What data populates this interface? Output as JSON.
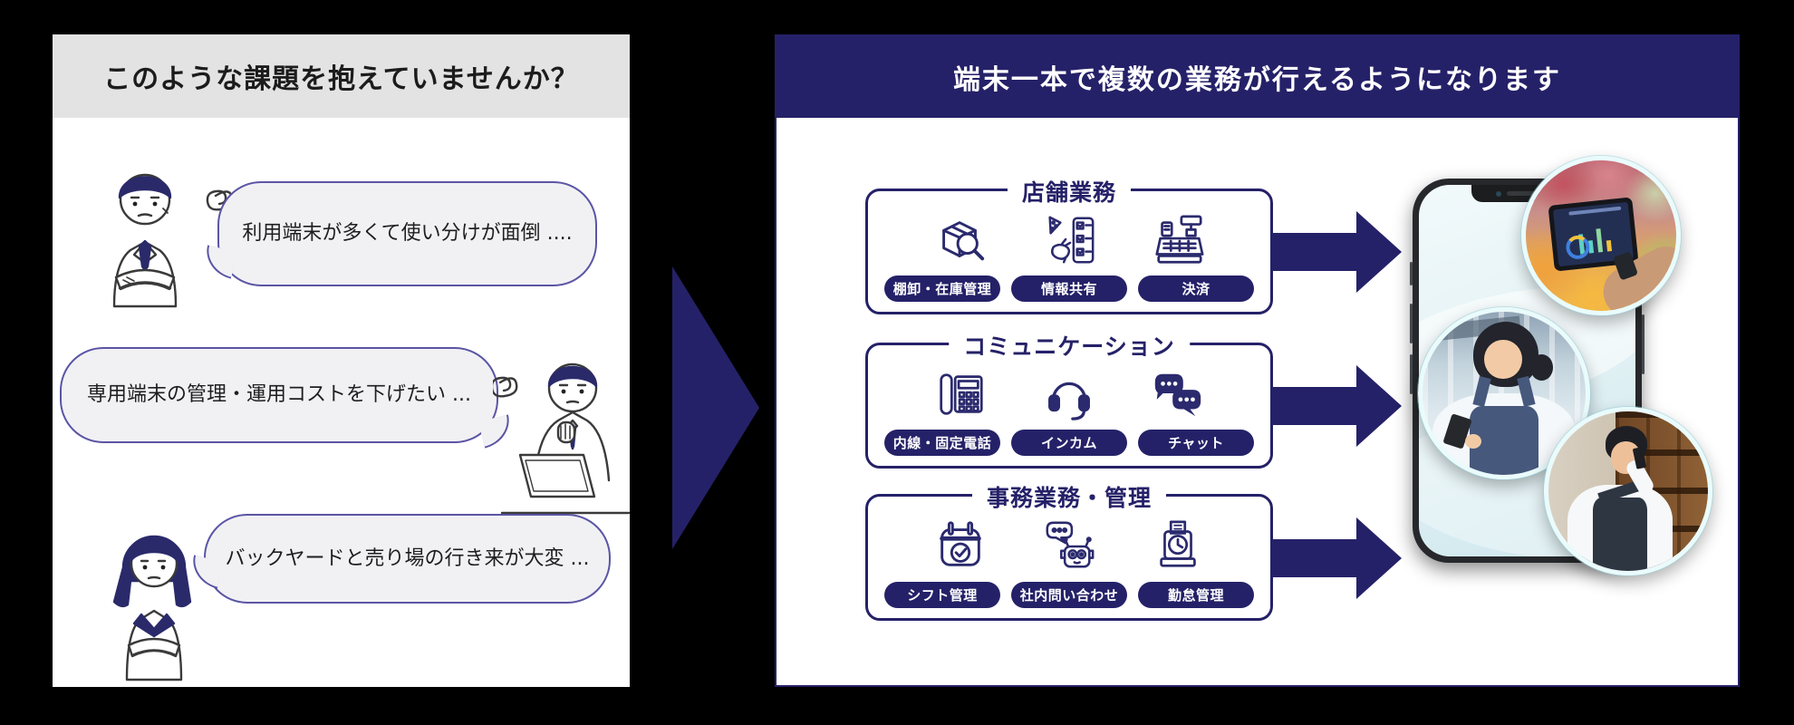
{
  "colors": {
    "navy": "#252168",
    "header_gray": "#e3e3e3",
    "bubble_border": "#5b55a5",
    "bubble_fill": "#f1f1f4",
    "screen_teal": "#e4f2f5"
  },
  "left_panel": {
    "title": "このような課題を抱えていませんか？",
    "bubbles": [
      {
        "speaker": "businessman-arms-crossed",
        "text": "利用端末が多くて使い分けが面倒 ...."
      },
      {
        "speaker": "man-thinking-at-laptop",
        "text": "専用端末の管理・運用コストを下げたい ..."
      },
      {
        "speaker": "woman-arms-crossed",
        "text": "バックヤードと売り場の行き来が大変 ..."
      }
    ]
  },
  "right_panel": {
    "title": "端末一本で複数の業務が行えるようになります",
    "groups": [
      {
        "title": "店舗業務",
        "items": [
          {
            "icon": "inventory-box-magnifier-icon",
            "label": "棚卸・在庫管理"
          },
          {
            "icon": "food-checklist-icon",
            "label": "情報共有"
          },
          {
            "icon": "cash-register-icon",
            "label": "決済"
          }
        ]
      },
      {
        "title": "コミュニケーション",
        "items": [
          {
            "icon": "desk-phone-icon",
            "label": "内線・固定電話"
          },
          {
            "icon": "headset-icon",
            "label": "インカム"
          },
          {
            "icon": "chat-bubbles-icon",
            "label": "チャット"
          }
        ]
      },
      {
        "title": "事務業務・管理",
        "items": [
          {
            "icon": "calendar-check-icon",
            "label": "シフト管理"
          },
          {
            "icon": "robot-chat-icon",
            "label": "社内問い合わせ"
          },
          {
            "icon": "time-clock-icon",
            "label": "勤怠管理"
          }
        ]
      }
    ],
    "photos": [
      {
        "name": "tablet-over-fruit-photo"
      },
      {
        "name": "apron-staff-smartphone-photo"
      },
      {
        "name": "staff-phone-call-shelves-photo"
      }
    ]
  }
}
